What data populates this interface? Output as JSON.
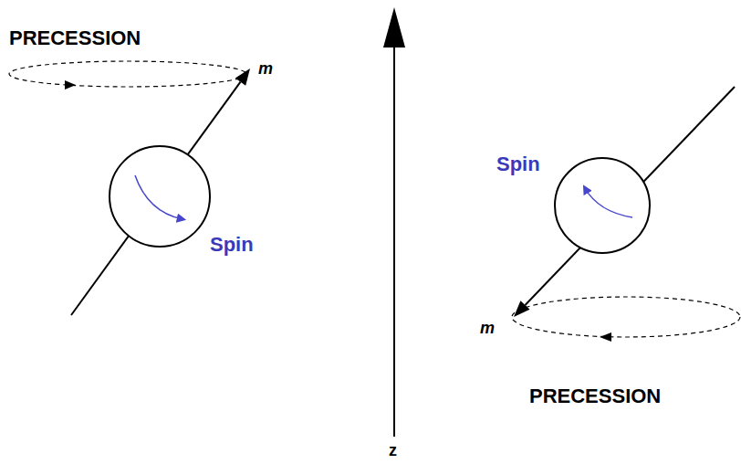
{
  "diagram": {
    "labels": [
      "PRECESSION",
      "m",
      "Spin",
      "Spin",
      "m",
      "PRECESSION",
      "z"
    ]
  }
}
